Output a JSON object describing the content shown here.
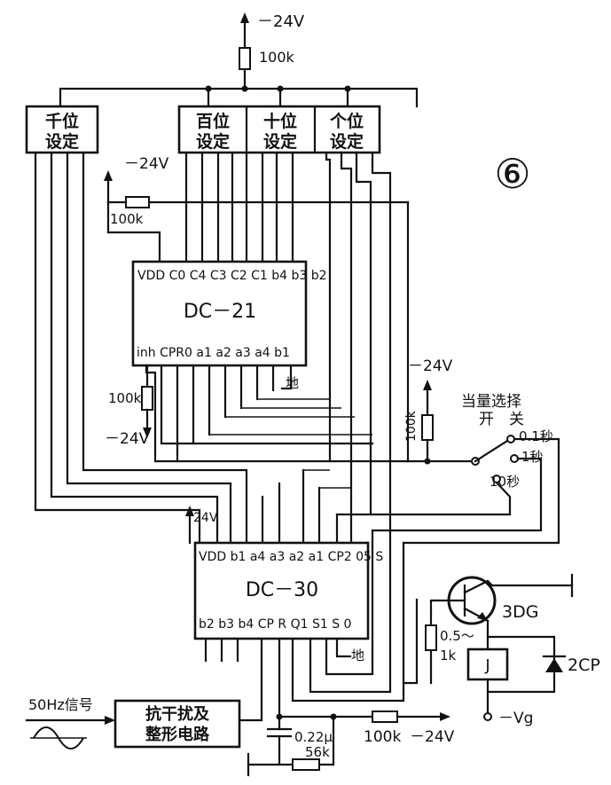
{
  "labels": {
    "top_supply": "－24V",
    "top_resistor": "100k",
    "box_thousands": [
      "千位",
      "设定"
    ],
    "box_hundreds": [
      "百位",
      "设定"
    ],
    "box_tens": [
      "十位",
      "设定"
    ],
    "box_units": [
      "个位",
      "设定"
    ],
    "figure_number": "⑥",
    "dc21_supply": "－24V",
    "dc21_pullup": "100k",
    "dc21_top_pins": "VDD C0 C4 C3 C2 C1 b4 b3 b2",
    "dc21_name": "DC－21",
    "dc21_bottom_pins": "inh CPR0 a1 a2 a3 a4 b1",
    "dc21_ground": "地",
    "left_resistor": "100k",
    "left_supply": "－24V",
    "right_supply": "－24V",
    "right_resistor": "100k",
    "switch_title": "当量选择",
    "switch_subtitle": "开　关",
    "switch_opt_01": "0.1秒",
    "switch_opt_1": "1秒",
    "switch_opt_10": "10秒",
    "dc30_supply": "24V",
    "dc30_top_pins": "VDD b1 a4 a3 a2 a1 CP2 05 S",
    "dc30_name": "DC－30",
    "dc30_bottom_pins": "b2 b3 b4 CP R Q1 S1 S 0",
    "dc30_ground": "地",
    "transistor": "3DG",
    "base_resistor_a": "0.5～",
    "base_resistor_b": "1k",
    "relay": "J",
    "diode": "2CP",
    "relay_supply": "－Vg",
    "signal_input": "50Hz信号",
    "shaper_box": [
      "抗干扰及",
      "整形电路"
    ],
    "capacitor": "0.22μ",
    "cap_resistor": "56k",
    "bottom_resistor": "100k",
    "bottom_supply": "－24V"
  }
}
